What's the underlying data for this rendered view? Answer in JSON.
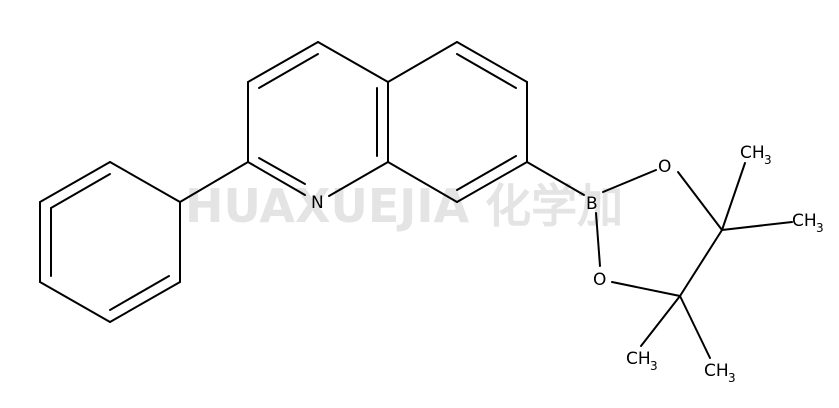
{
  "watermark": "HUAXUEJIA 化学加",
  "atoms": {
    "n": "N",
    "b": "B",
    "o_top": "O",
    "o_bottom": "O",
    "ch3": {
      "main": "CH",
      "sub": "3"
    }
  },
  "colors": {
    "bond": "#000000",
    "watermark": "#e4e4e4",
    "background": "#ffffff"
  }
}
